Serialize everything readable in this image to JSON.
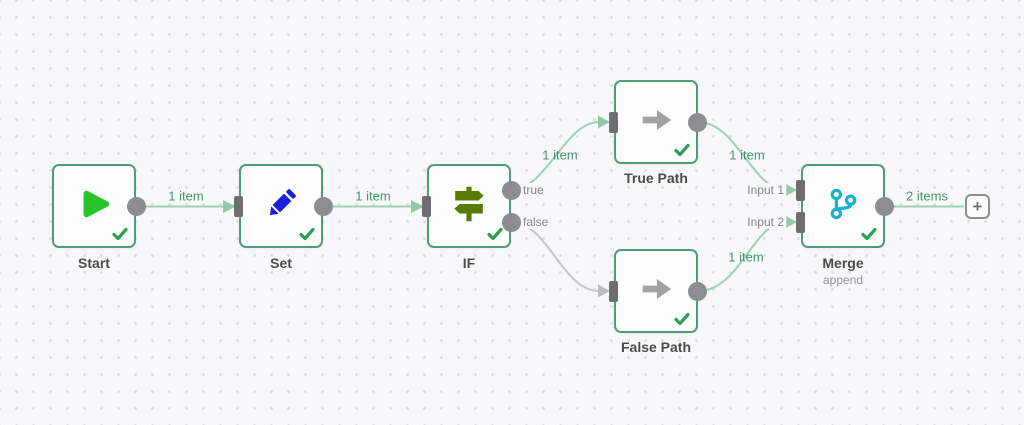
{
  "workflow": {
    "nodes": [
      {
        "name": "Start",
        "icon": "play-icon"
      },
      {
        "name": "Set",
        "icon": "pencil-icon"
      },
      {
        "name": "IF",
        "icon": "signpost-icon",
        "outputs": [
          "true",
          "false"
        ]
      },
      {
        "name": "True Path",
        "icon": "arrow-right-icon"
      },
      {
        "name": "False Path",
        "icon": "arrow-right-icon"
      },
      {
        "name": "Merge",
        "subtitle": "append",
        "icon": "merge-icon",
        "inputs": [
          "Input 1",
          "Input 2"
        ]
      }
    ],
    "connections": [
      {
        "from": "Start",
        "to": "Set",
        "label": "1 item"
      },
      {
        "from": "Set",
        "to": "IF",
        "label": "1 item"
      },
      {
        "from": "IF (true)",
        "to": "True Path",
        "label": "1 item"
      },
      {
        "from": "IF (false)",
        "to": "False Path",
        "label": ""
      },
      {
        "from": "True Path",
        "to": "Merge Input 1",
        "label": "1 item"
      },
      {
        "from": "False Path",
        "to": "Merge Input 2",
        "label": "1 item"
      },
      {
        "from": "Merge",
        "to": "add-node",
        "label": "2 items"
      }
    ],
    "add_button": "+"
  },
  "colors": {
    "node_border": "#4f9d77",
    "connection_green": "#9bd2b3",
    "connection_gray": "#c6c6ca",
    "label_green": "#44946c",
    "label_gray": "#85858a",
    "play_icon": "#2bc42b",
    "pencil_icon": "#1d1ddd",
    "signpost_icon": "#567d00",
    "arrow_icon": "#a3a3a3",
    "merge_icon": "#16b2cf",
    "check_green": "#2d9e55"
  }
}
